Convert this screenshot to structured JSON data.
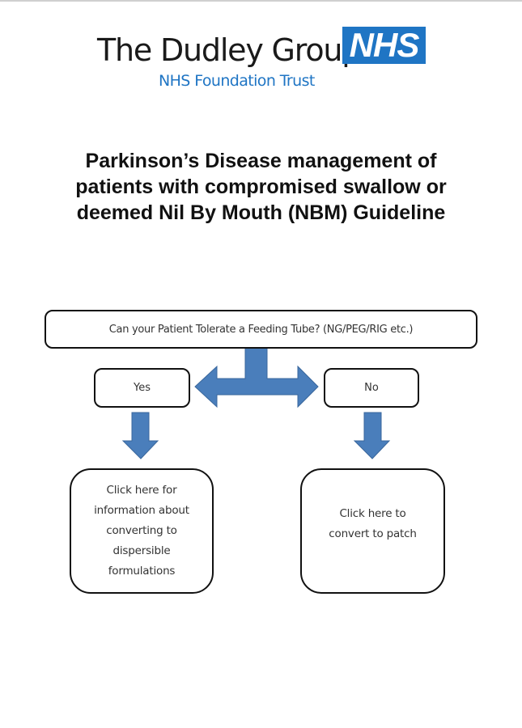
{
  "header": {
    "org_name": "The Dudley Group",
    "nhs_badge": "NHS",
    "subtitle": "NHS Foundation Trust",
    "brand_color": "#1f75c4"
  },
  "title": {
    "lines": [
      "Parkinson’s Disease management of",
      "patients with compromised swallow or",
      "deemed Nil By Mouth (NBM) Guideline"
    ]
  },
  "flowchart": {
    "question": "Can your Patient Tolerate a Feeding Tube? (NG/PEG/RIG etc.)",
    "yes_label": "Yes",
    "no_label": "No",
    "yes_outcome_lines": [
      "Click here for",
      "information about",
      "converting to",
      "dispersible",
      "formulations"
    ],
    "no_outcome_lines": [
      "Click here to",
      "convert to patch"
    ],
    "arrow_color": "#4a7ebb",
    "arrow_stroke": "#3a679c",
    "icons": {
      "split": "double-headed-arrow-icon",
      "down": "down-arrow-icon"
    }
  }
}
